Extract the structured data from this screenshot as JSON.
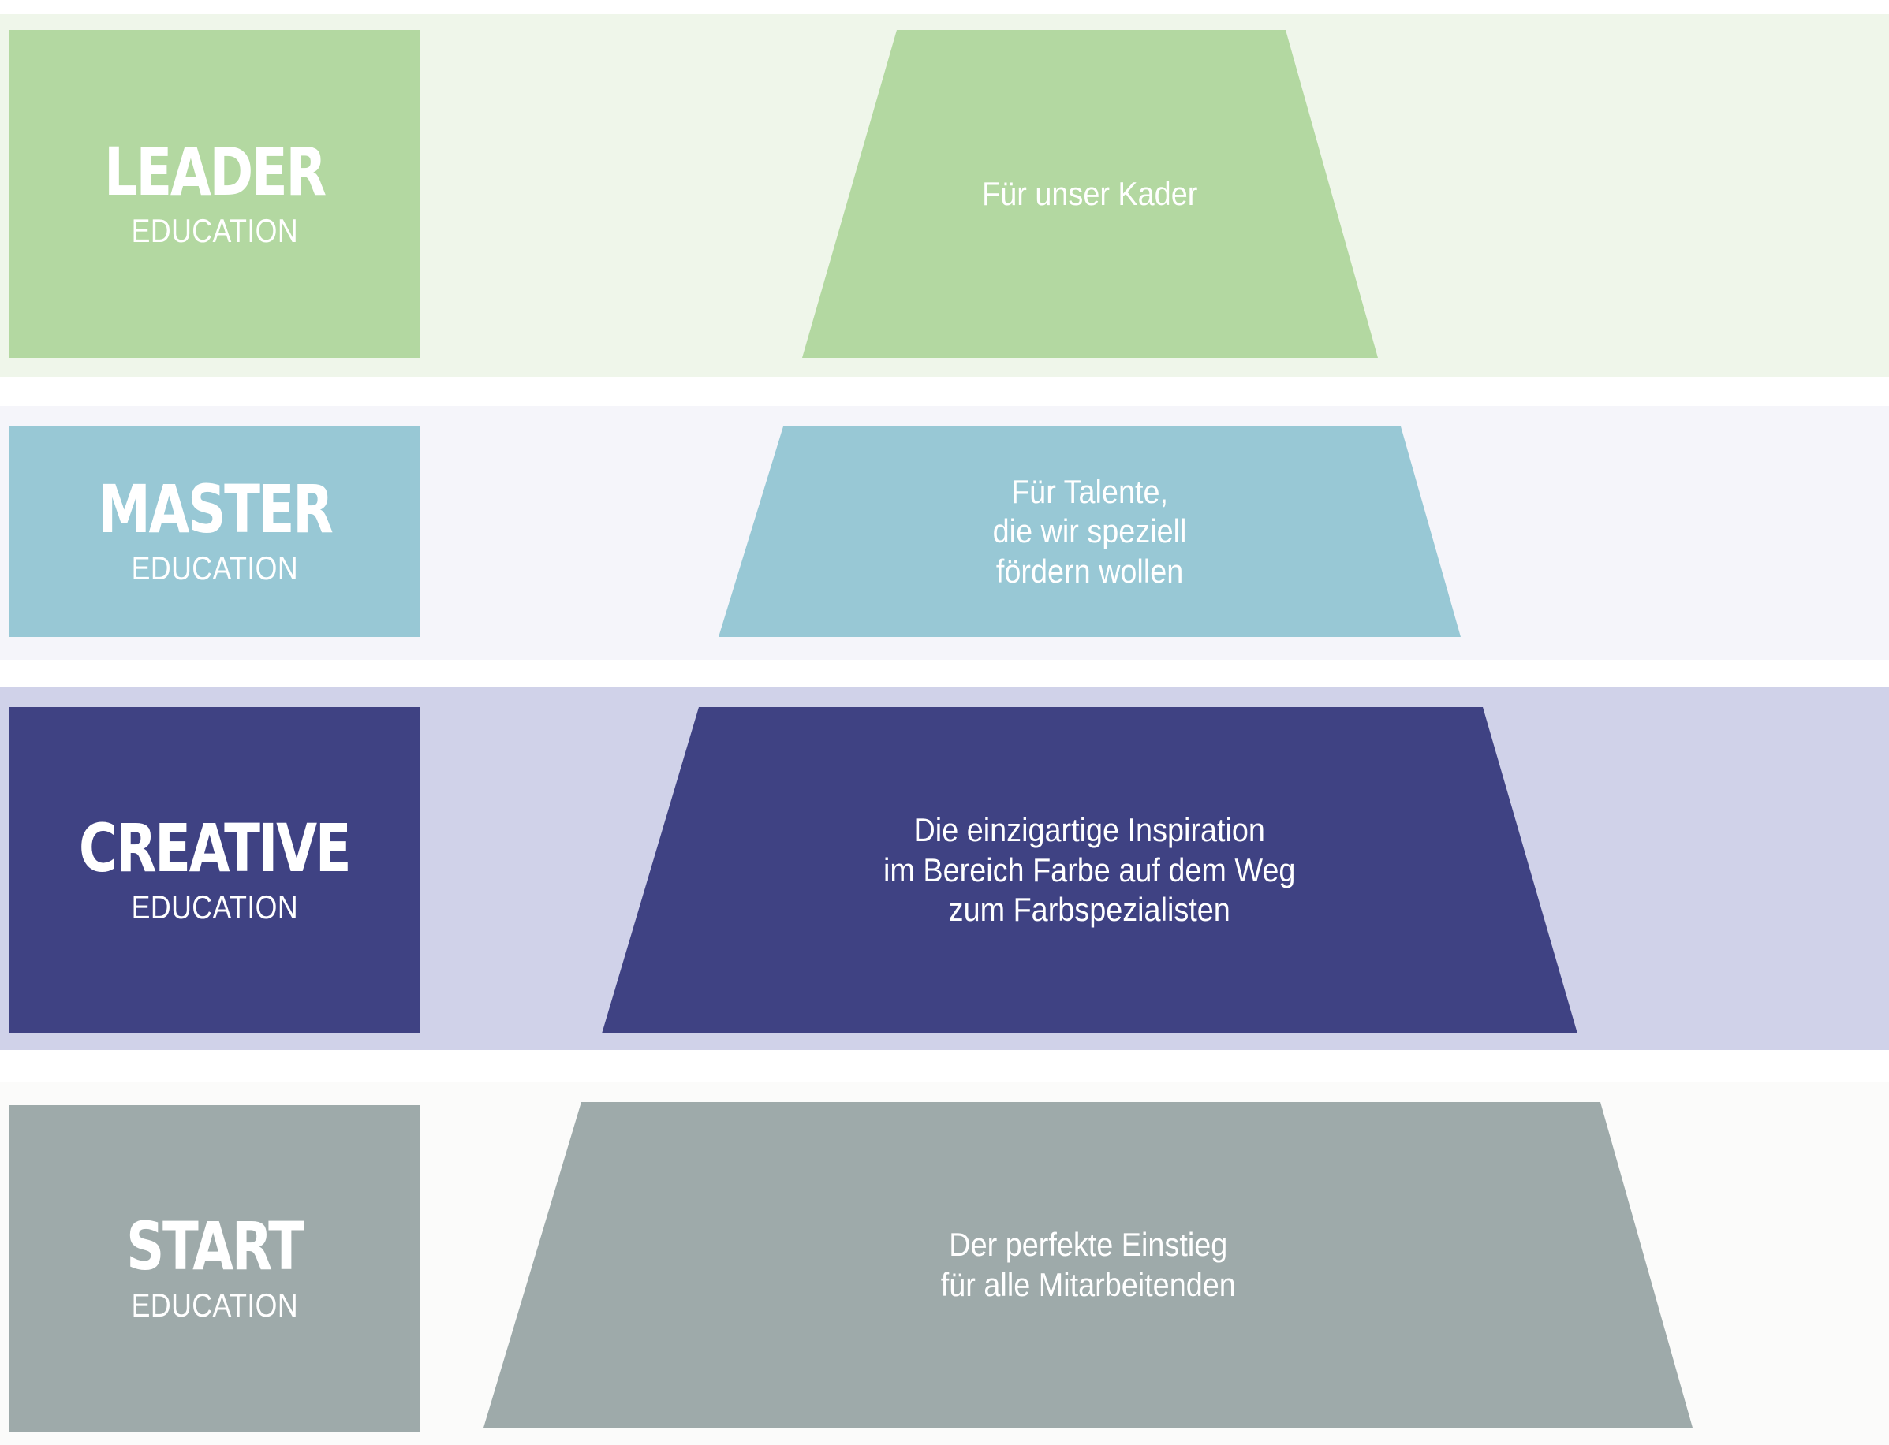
{
  "tiers": [
    {
      "name": "LEADER",
      "subtitle": "EDUCATION",
      "description": "Für unser Kader",
      "colors": {
        "band": "#eff6ea",
        "box": "#b3d8a1",
        "shape": "#b3d8a1"
      }
    },
    {
      "name": "MASTER",
      "subtitle": "EDUCATION",
      "description": "Für Talente,\ndie wir speziell\nfördern wollen",
      "colors": {
        "band": "#f5f5fa",
        "box": "#98c8d5",
        "shape": "#98c8d5"
      }
    },
    {
      "name": "CREATIVE",
      "subtitle": "EDUCATION",
      "description": "Die einzigartige Inspiration\nim Bereich Farbe auf dem Weg\nzum Farbspezialisten",
      "colors": {
        "band": "#d0d2e9",
        "box": "#3f4283",
        "shape": "#3f4283"
      }
    },
    {
      "name": "START",
      "subtitle": "EDUCATION",
      "description": "Der perfekte Einstieg\nfür alle Mitarbeitenden",
      "colors": {
        "band": "#fbfbfa",
        "box": "#9eaaaa",
        "shape": "#9eaaaa"
      }
    }
  ]
}
